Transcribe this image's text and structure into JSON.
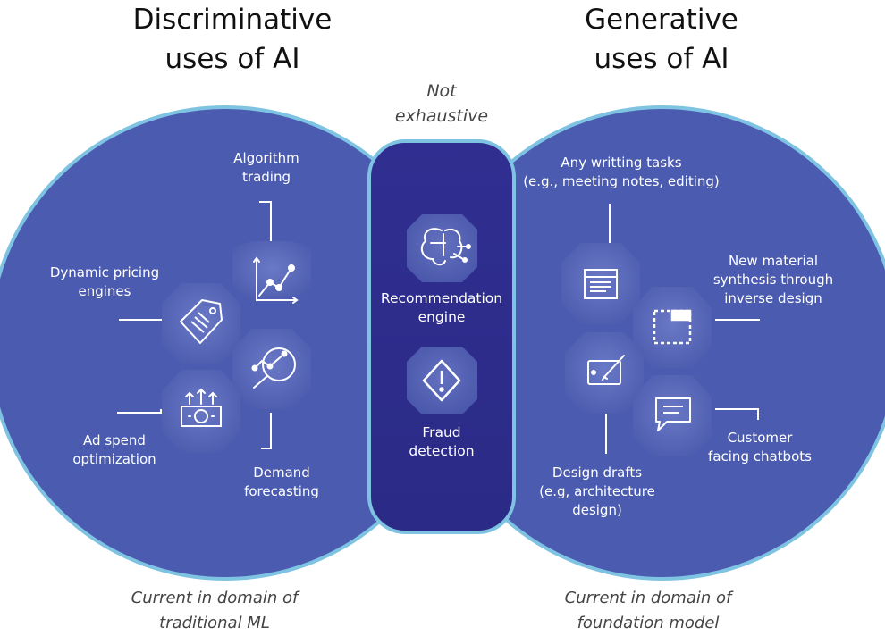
{
  "discriminative": {
    "title_line1": "Discriminative",
    "title_line2": "uses of AI",
    "footer_line1": "Current in domain of",
    "footer_line2": "traditional ML",
    "items": [
      {
        "line1": "Algorithm",
        "line2": "trading",
        "icon": "line-chart-icon"
      },
      {
        "line1": "Dynamic pricing",
        "line2": "engines",
        "icon": "price-tag-icon"
      },
      {
        "line1": "Ad spend",
        "line2": "optimization",
        "icon": "money-growth-icon"
      },
      {
        "line1": "Demand",
        "line2": "forecasting",
        "icon": "magnifier-chart-icon"
      }
    ]
  },
  "generative": {
    "title_line1": "Generative",
    "title_line2": "uses of AI",
    "footer_line1": "Current in domain of",
    "footer_line2": "foundation model",
    "items": [
      {
        "line1": "Any writting tasks",
        "line2": "(e.g., meeting notes, editing)",
        "icon": "document-icon"
      },
      {
        "line1": "New material",
        "line2": "synthesis through",
        "line3": "inverse design",
        "icon": "dashed-frame-icon"
      },
      {
        "line1": "Customer",
        "line2": "facing chatbots",
        "icon": "chat-icon"
      },
      {
        "line1": "Design drafts",
        "line2": "(e.g, architecture",
        "line3": "design)",
        "icon": "drawing-tablet-icon"
      }
    ]
  },
  "overlap": {
    "note_line1": "Not",
    "note_line2": "exhaustive",
    "items": [
      {
        "line1": "Recommendation",
        "line2": "engine",
        "icon": "brain-circuit-icon"
      },
      {
        "line1": "Fraud",
        "line2": "detection",
        "icon": "warning-icon"
      }
    ]
  },
  "colors": {
    "circle_fill": "#4a5bb0",
    "circle_stroke": "#7fc3e2",
    "center_fill": "#2e2d8c",
    "hex_fill": "#5767b8",
    "icon_stroke": "#ffffff"
  }
}
